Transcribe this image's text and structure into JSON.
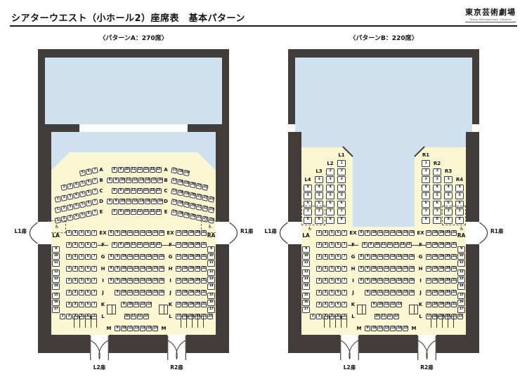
{
  "header": {
    "title": "シアターウエスト（小ホール2）座席表　基本パターン",
    "logo": "東京芸術劇場",
    "logo_sub": "Tokyo Metropolitan Theatre"
  },
  "colors": {
    "wall": "#423d3b",
    "stage": "#cfe0ef",
    "floor": "#fbf7d3",
    "seat_border": "#3a3a3a"
  },
  "doors": {
    "l1": "L1扉",
    "r1": "R1扉",
    "l2": "L2扉",
    "r2": "R2扉"
  },
  "wheelchair_icon": "♿",
  "floor_rows_shared": [
    {
      "label": "EX",
      "left": [
        3,
        4,
        5,
        6,
        7
      ],
      "center": [
        8,
        9,
        10,
        11,
        12,
        13,
        14,
        15,
        16
      ],
      "right": [
        17,
        18,
        19,
        20,
        21
      ]
    },
    {
      "label": "F",
      "left": [
        3,
        4,
        5,
        6,
        7
      ],
      "center": [
        8,
        9,
        10,
        11,
        12,
        13,
        14,
        15
      ],
      "right": [
        17,
        18,
        19,
        20,
        21
      ]
    },
    {
      "label": "G",
      "left": [
        3,
        4,
        5,
        6,
        7
      ],
      "center": [
        8,
        9,
        10,
        11,
        12,
        13,
        14,
        15,
        16
      ],
      "right": [
        17,
        18,
        19,
        20,
        21
      ]
    },
    {
      "label": "H",
      "left": [
        3,
        4,
        5,
        6,
        7
      ],
      "center": [
        8,
        9,
        10,
        11,
        12,
        13,
        14,
        15,
        16
      ],
      "right": [
        17,
        18,
        19,
        20,
        21
      ]
    },
    {
      "label": "I",
      "left": [
        3,
        4,
        5,
        6,
        7
      ],
      "center": [
        8,
        9,
        10,
        11,
        12,
        13,
        14,
        15,
        16
      ],
      "right": [
        17,
        18,
        19,
        20,
        21
      ]
    },
    {
      "label": "J",
      "left": [
        3,
        4,
        5,
        6,
        7
      ],
      "center": [
        9,
        10,
        11,
        12,
        13,
        14,
        15,
        16
      ],
      "right": [
        17,
        18,
        19,
        20,
        21
      ]
    },
    {
      "label": "K",
      "left": [
        3,
        4,
        5,
        6,
        7
      ],
      "center": [
        9,
        10,
        11,
        12,
        13
      ],
      "right": [
        17,
        18,
        19,
        20,
        21
      ]
    },
    {
      "label": "L",
      "left": [
        2,
        3,
        4,
        5,
        6,
        7
      ],
      "center": [
        10,
        11,
        12,
        13
      ],
      "right": [
        17,
        18,
        19,
        20,
        21,
        22
      ]
    },
    {
      "label": "M",
      "left": [],
      "center": [
        9,
        10,
        11,
        12,
        13,
        14,
        15
      ],
      "right": []
    }
  ],
  "side_aisle": {
    "la_label": "LA",
    "ra_label": "RA",
    "la_seats": [
      9,
      10,
      11,
      12,
      13,
      14,
      15,
      16,
      17
    ],
    "ra_seats": [
      9,
      10,
      11,
      12,
      13,
      14,
      15,
      16,
      17
    ]
  },
  "pattern_a": {
    "caption": "〈パターンA：270席〉",
    "fan_rows": [
      {
        "label": "A",
        "left": [
          5,
          6,
          7
        ],
        "center": [
          8,
          9,
          10,
          11,
          12,
          13,
          14,
          15
        ],
        "right": [
          17,
          18,
          19
        ]
      },
      {
        "label": "B",
        "left": [
          2,
          3,
          4,
          5,
          6,
          7
        ],
        "center": [
          8,
          9,
          10,
          11,
          12,
          13,
          14,
          15,
          16
        ],
        "right": [
          17,
          18,
          19,
          20,
          21,
          22
        ]
      },
      {
        "label": "C",
        "left": [
          1,
          2,
          3,
          4,
          5,
          6,
          7
        ],
        "center": [
          8,
          9,
          10,
          11,
          12,
          13,
          14,
          15
        ],
        "right": [
          17,
          18,
          19,
          20,
          21,
          22,
          23
        ]
      },
      {
        "label": "D",
        "left": [
          1,
          2,
          3,
          4,
          5,
          6,
          7
        ],
        "center": [
          8,
          9,
          10,
          11,
          12,
          13,
          14,
          15,
          16
        ],
        "right": [
          17,
          18,
          19,
          20,
          21,
          22,
          23
        ]
      },
      {
        "label": "E",
        "left": [
          1,
          2,
          3,
          4,
          5,
          6,
          7
        ],
        "center": [
          8,
          9,
          10,
          11,
          12,
          13,
          14,
          15
        ],
        "right": [
          17,
          18,
          19,
          20,
          21,
          22,
          23
        ]
      }
    ]
  },
  "pattern_b": {
    "caption": "〈パターンB：220席〉",
    "side_columns_left": [
      {
        "label": "L1",
        "seats": [
          1,
          2,
          3,
          4,
          5,
          6,
          7,
          8
        ]
      },
      {
        "label": "L2",
        "seats": [
          2,
          3,
          4,
          5,
          6,
          7,
          8
        ]
      },
      {
        "label": "L3",
        "seats": [
          3,
          4,
          5,
          6,
          7,
          8
        ]
      },
      {
        "label": "L4",
        "seats": [
          4,
          5,
          6,
          7,
          8
        ]
      }
    ],
    "side_columns_right": [
      {
        "label": "R1",
        "seats": [
          1,
          2,
          3,
          4,
          5,
          6,
          7,
          8
        ]
      },
      {
        "label": "R2",
        "seats": [
          2,
          3,
          4,
          5,
          6,
          7,
          8
        ]
      },
      {
        "label": "R3",
        "seats": [
          3,
          4,
          5,
          6,
          7,
          8
        ]
      },
      {
        "label": "R4",
        "seats": [
          4,
          5,
          6,
          7,
          8
        ]
      }
    ]
  }
}
